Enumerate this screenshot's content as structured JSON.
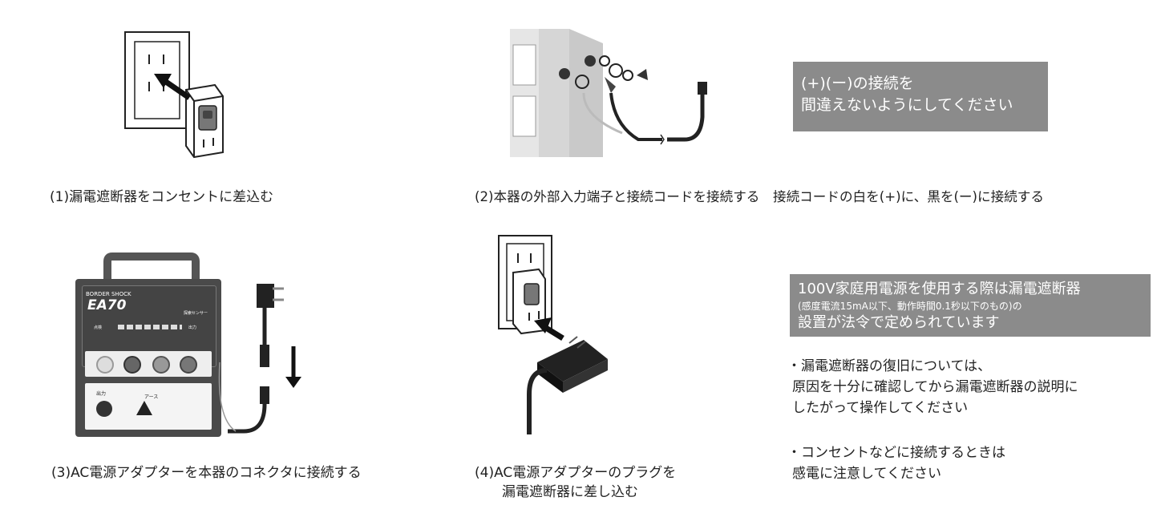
{
  "steps": [
    {
      "caption": "(1)漏電遮断器をコンセントに差込む"
    },
    {
      "caption": "(2)本器の外部入力端子と接続コードを接続する　接続コードの白を(+)に、黒を(ー)に接続する"
    },
    {
      "caption": "(3)AC電源アダプターを本器のコネクタに接続する"
    },
    {
      "caption_line1": "(4)AC電源アダプターのプラグを",
      "caption_line2": "漏電遮断器に差し込む"
    }
  ],
  "warning_box_1": {
    "line1": "(+)(ー)の接続を",
    "line2": "間違えないようにしてください"
  },
  "warning_box_2": {
    "line1": "100V家庭用電源を使用する際は漏電遮断器",
    "line2": "(感度電流15mA以下、動作時間0.1秒以下のもの)の",
    "line3": "設置が法令で定められています"
  },
  "notes": [
    {
      "line1": "・漏電遮断器の復旧については、",
      "line2": "原因を十分に確認してから漏電遮断器の説明に",
      "line3": "したがって操作してください"
    },
    {
      "line1": "・コンセントなどに接続するときは",
      "line2": "感電に注意してください"
    }
  ],
  "device": {
    "brand": "BORDER SHOCK",
    "model": "EA70",
    "label_tenken": "点検",
    "label_output_top": "出力",
    "label_output_bottom": "出力",
    "label_earth": "アース",
    "label_sensor": "探索センサー"
  }
}
